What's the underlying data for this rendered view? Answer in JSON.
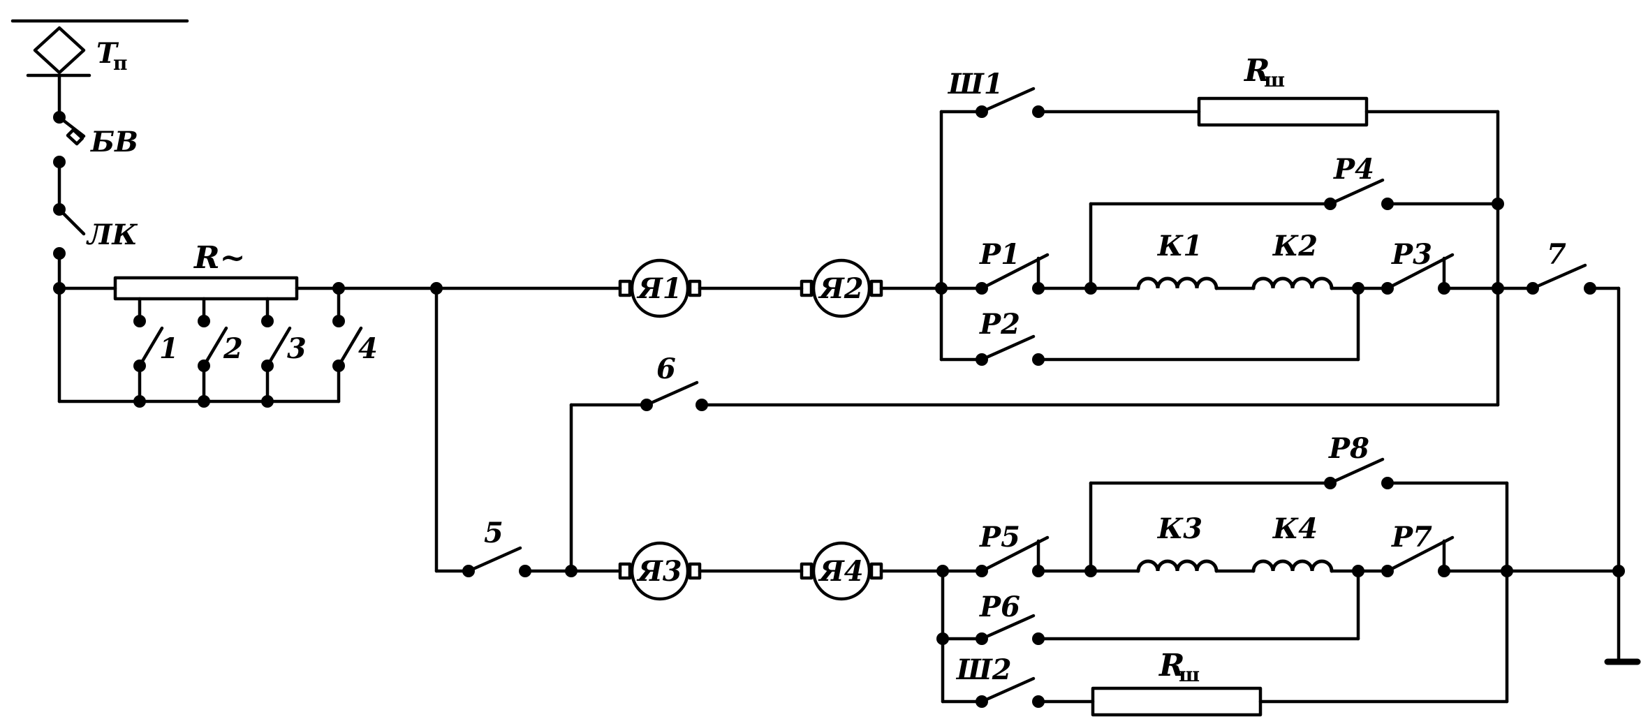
{
  "labels": {
    "tp_main": "Т",
    "tp_sub": "п",
    "bv": "БВ",
    "lk": "ЛК",
    "r_start": "R~",
    "s1": "1",
    "s2": "2",
    "s3": "3",
    "s4": "4",
    "s5": "5",
    "s6": "6",
    "s7": "7",
    "ya1": "Я1",
    "ya2": "Я2",
    "ya3": "Я3",
    "ya4": "Я4",
    "sh1": "Ш1",
    "sh2": "Ш2",
    "rsh_main": "R",
    "rsh_sub": "ш",
    "p1": "Р1",
    "p2": "Р2",
    "p3": "Р3",
    "p4": "Р4",
    "p5": "Р5",
    "p6": "Р6",
    "p7": "Р7",
    "p8": "Р8",
    "k1": "К1",
    "k2": "К2",
    "k3": "К3",
    "k4": "К4"
  }
}
